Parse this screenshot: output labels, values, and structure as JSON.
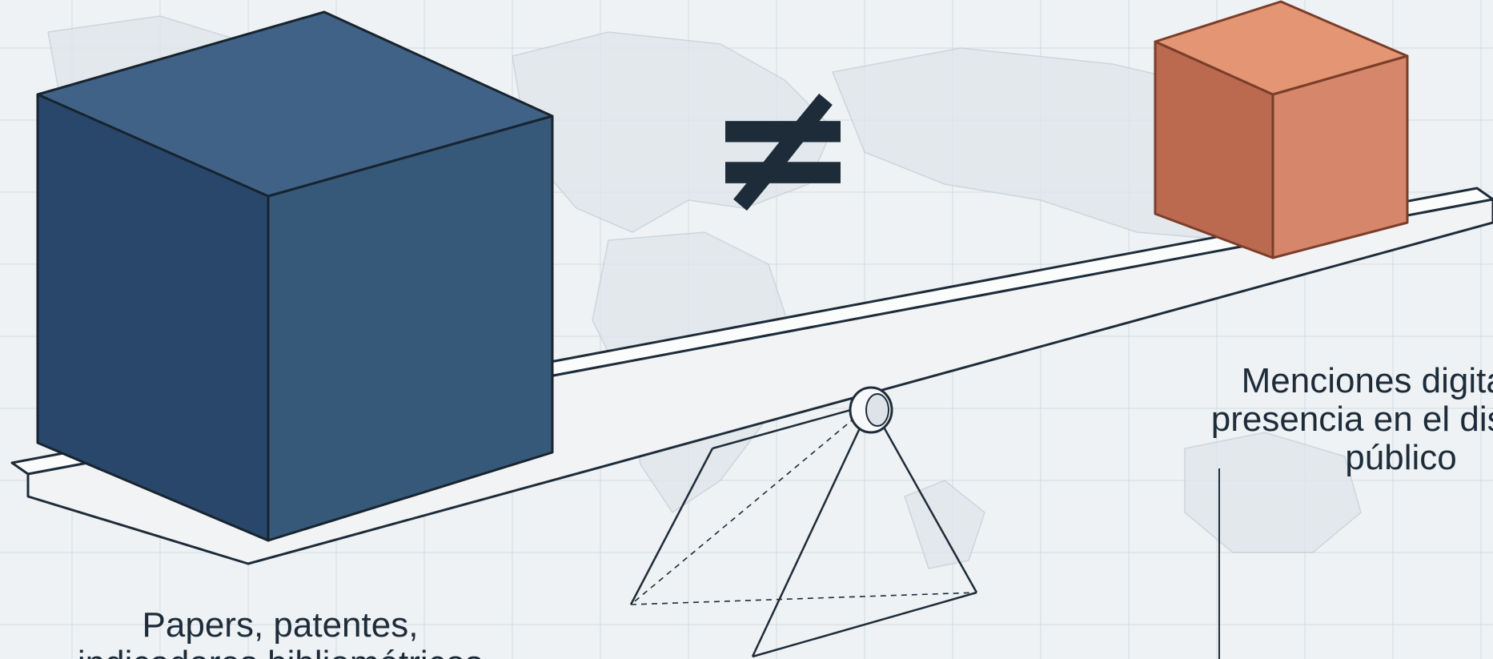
{
  "symbol": "≠",
  "left_block": {
    "label_lines": [
      "Papers, patentes,",
      "indicadores bibliométricos"
    ],
    "color": "#365879"
  },
  "right_block": {
    "label_lines": [
      "Menciones digitales,",
      "presencia en el discurso",
      "público"
    ],
    "color": "#d6866a"
  },
  "colors": {
    "background": "#eef2f4",
    "grid": "#c9d1d8",
    "outline": "#1e2c3a",
    "plank": "#f7f8f9"
  }
}
